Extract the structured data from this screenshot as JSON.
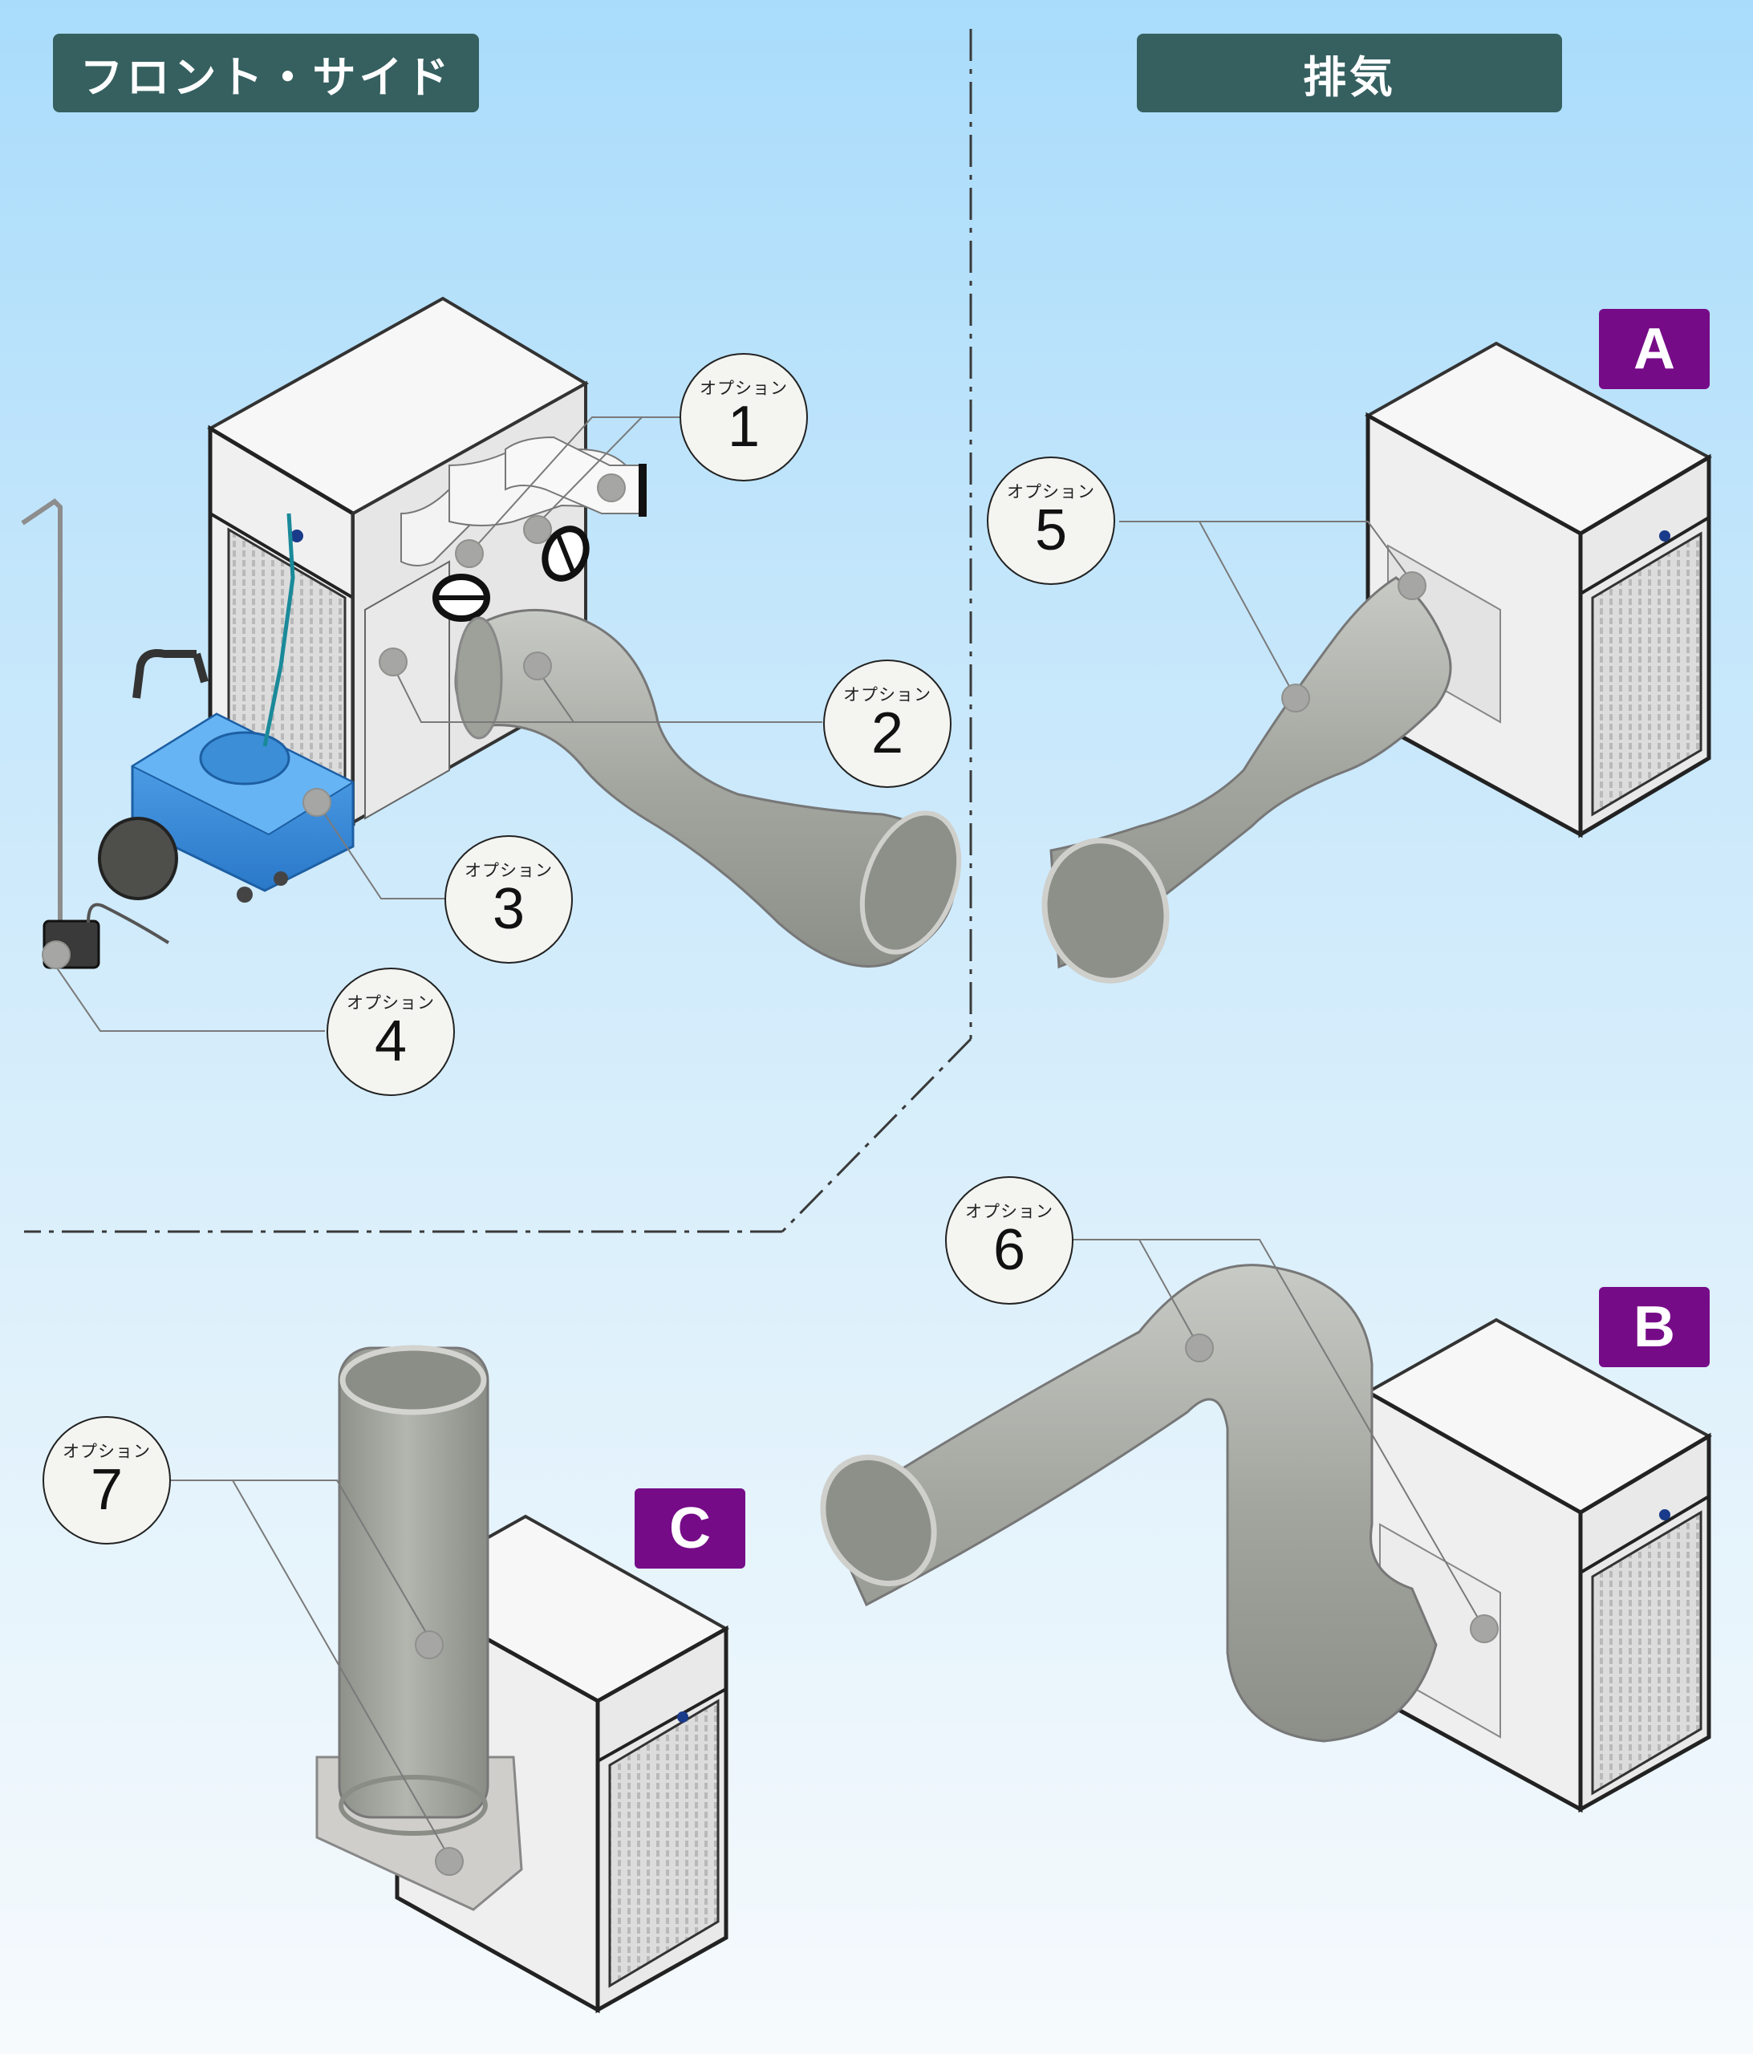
{
  "sections": {
    "left_title": "フロント・サイド",
    "right_title": "排気"
  },
  "variants": [
    "A",
    "B",
    "C"
  ],
  "callouts": [
    {
      "label": "オプション",
      "number": "1"
    },
    {
      "label": "オプション",
      "number": "2"
    },
    {
      "label": "オプション",
      "number": "3"
    },
    {
      "label": "オプション",
      "number": "4"
    },
    {
      "label": "オプション",
      "number": "5"
    },
    {
      "label": "オプション",
      "number": "6"
    },
    {
      "label": "オプション",
      "number": "7"
    }
  ],
  "colors": {
    "header_bg": "#35605f",
    "variant_bg": "#760b88",
    "duct": "#a9aba5",
    "tank": "#3a8ee0",
    "unit_panel": "#f1f1f1"
  }
}
